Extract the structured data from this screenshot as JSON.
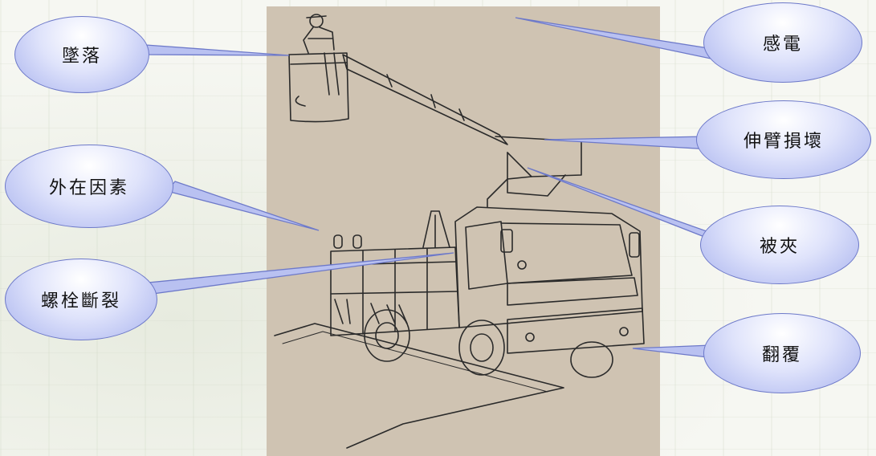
{
  "callouts": [
    {
      "id": "fall",
      "label": "墜落"
    },
    {
      "id": "electrocution",
      "label": "感電"
    },
    {
      "id": "boom_damage",
      "label": "伸臂損壞"
    },
    {
      "id": "external_factors",
      "label": "外在因素"
    },
    {
      "id": "caught_between",
      "label": "被夾"
    },
    {
      "id": "bolt_fracture",
      "label": "螺栓斷裂"
    },
    {
      "id": "overturn",
      "label": "翻覆"
    }
  ],
  "colors": {
    "bubble_fill": "#c9cff5",
    "bubble_border": "#6d79c9",
    "illustration_bg": "#cfc3b2",
    "line_art": "#2a2a2a"
  }
}
